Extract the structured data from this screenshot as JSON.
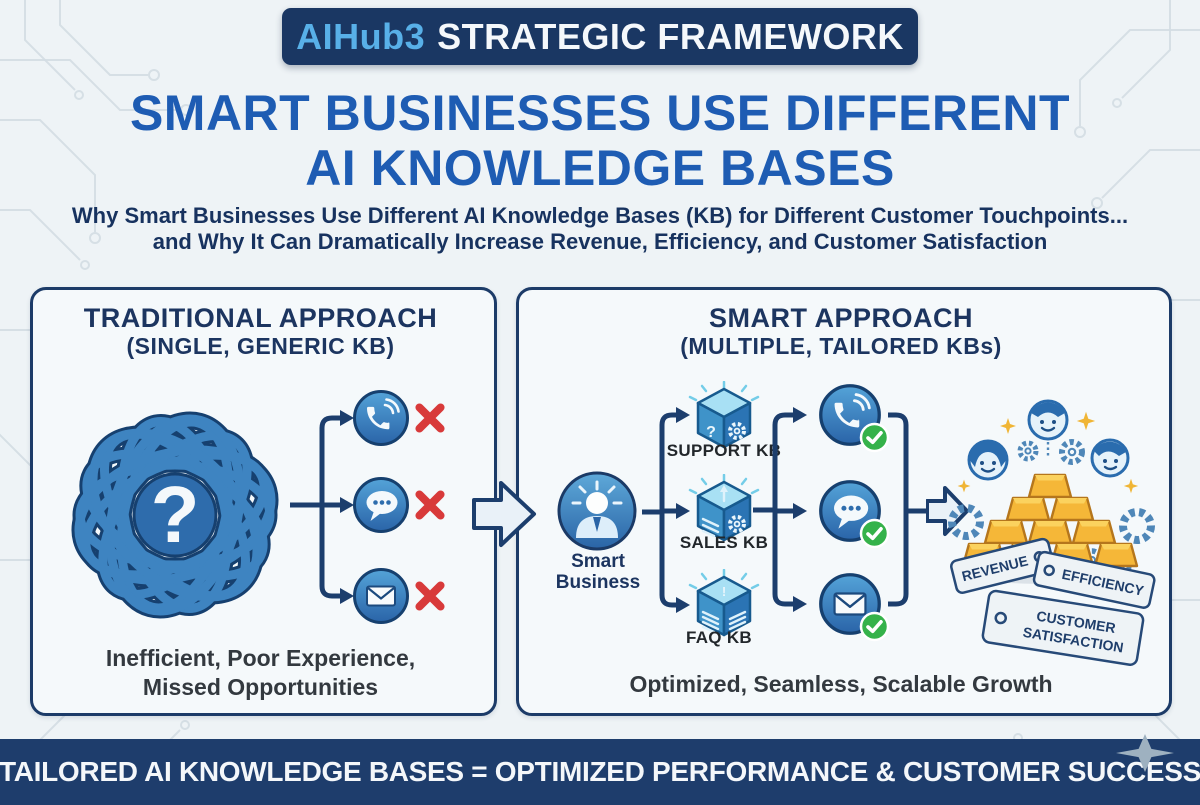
{
  "top_banner": {
    "brand": "AIHub3",
    "title": "STRATEGIC FRAMEWORK"
  },
  "main_title": {
    "line1": "SMART BUSINESSES USE DIFFERENT",
    "line2": "AI KNOWLEDGE BASES"
  },
  "subtitle": {
    "line1": "Why Smart Businesses Use Different AI Knowledge Bases (KB) for Different Customer Touchpoints...",
    "line2": "and Why It Can Dramatically Increase Revenue, Efficiency, and Customer Satisfaction"
  },
  "left_panel": {
    "title": "TRADITIONAL APPROACH",
    "subtitle": "(SINGLE, GENERIC KB)",
    "caption_line1": "Inefficient, Poor Experience,",
    "caption_line2": "Missed Opportunities"
  },
  "right_panel": {
    "title": "SMART APPROACH",
    "subtitle": "(MULTIPLE, TAILORED KBs)",
    "actor": {
      "line1": "Smart",
      "line2": "Business"
    },
    "kbs": [
      {
        "label": "SUPPORT KB"
      },
      {
        "label": "SALES KB"
      },
      {
        "label": "FAQ KB"
      }
    ],
    "tags": {
      "revenue": "REVENUE",
      "efficiency": "EFFICIENCY",
      "customer_line1": "CUSTOMER",
      "customer_line2": "SATISFACTION"
    },
    "caption": "Optimized, Seamless, Scalable Growth"
  },
  "footer": {
    "text": "TAILORED AI KNOWLEDGE BASES = OPTIMIZED PERFORMANCE & CUSTOMER SUCCESS"
  },
  "colors": {
    "brand_blue": "#58b0e8",
    "title_blue": "#1e5cb3",
    "navy": "#1c3b68",
    "banner_navy": "#1a3763",
    "footer_navy": "#1e3d6c",
    "red_x": "#d83a3a",
    "green_check": "#35b24a",
    "gold": "#f6b83a"
  }
}
